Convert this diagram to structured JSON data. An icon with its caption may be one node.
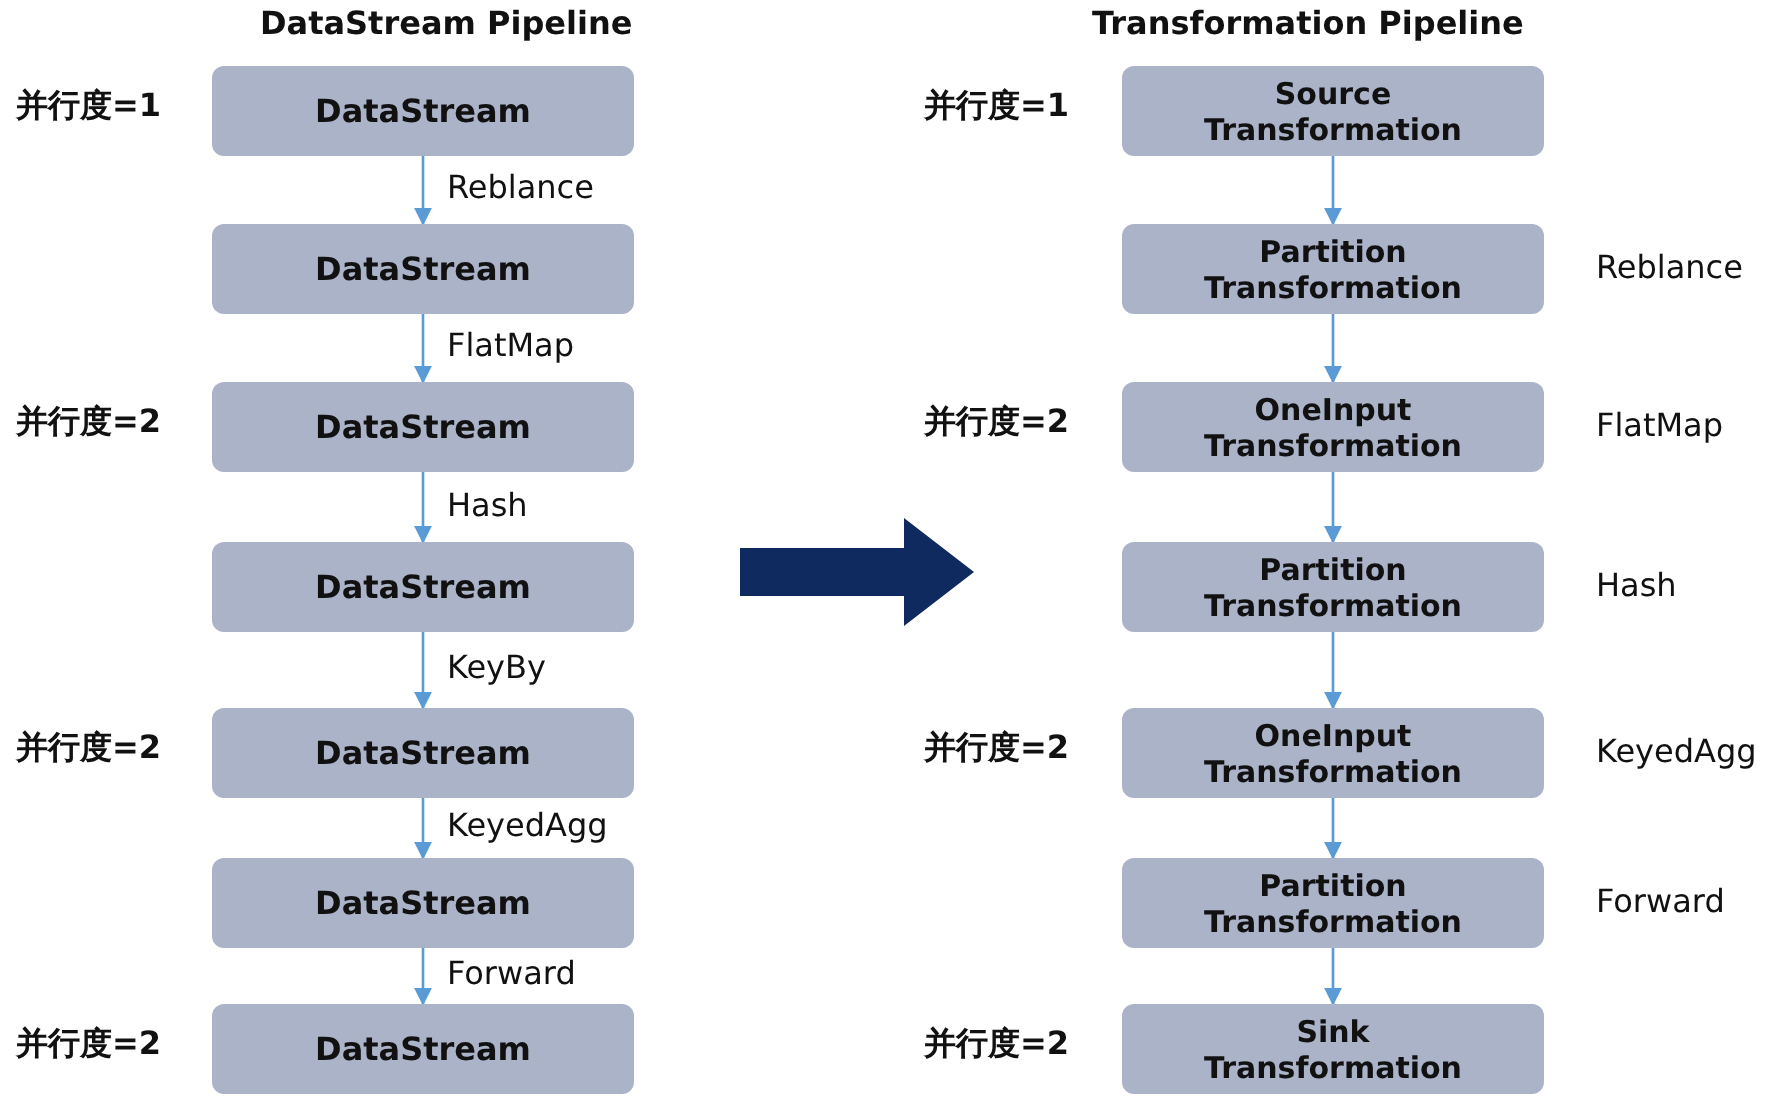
{
  "diagram": {
    "nodes": [
      {
        "text": [
          "DataStream"
        ],
        "beside": [
          "并行度=1"
        ]
      },
      {
        "text": [
          "DataStream"
        ]
      },
      {
        "text": [
          "DataStream"
        ],
        "beside": [
          "并行度=2"
        ]
      },
      {
        "text": [
          "DataStream"
        ]
      },
      {
        "text": [
          "DataStream"
        ],
        "beside": [
          "并行度=2"
        ]
      },
      {
        "text": [
          "DataStream"
        ]
      },
      {
        "text": [
          "DataStream"
        ],
        "beside": [
          "并行度=2"
        ]
      },
      {
        "text": [
          "Source Transformation"
        ],
        "beside": [
          "并行度=1"
        ]
      },
      {
        "text": [
          "Partition Transformation"
        ],
        "beside": [
          "Reblance"
        ]
      },
      {
        "text": [
          "OneInput Transformation"
        ],
        "beside": [
          "并行度=2",
          "FlatMap"
        ]
      },
      {
        "text": [
          "Partition Transformation"
        ],
        "beside": [
          "Hash"
        ]
      },
      {
        "text": [
          "OneInput Transformation"
        ],
        "beside": [
          "并行度=2",
          "KeyedAgg"
        ]
      },
      {
        "text": [
          "Partition Transformation"
        ],
        "beside": [
          "Forward"
        ]
      },
      {
        "text": [
          "Sink Transformation"
        ],
        "beside": [
          "并行度=2"
        ]
      }
    ],
    "edges": [
      {
        "from": 0,
        "to": 1,
        "arrow": "to",
        "label": "Reblance"
      },
      {
        "from": 1,
        "to": 2,
        "arrow": "to",
        "label": "FlatMap"
      },
      {
        "from": 2,
        "to": 3,
        "arrow": "to",
        "label": "Hash"
      },
      {
        "from": 3,
        "to": 4,
        "arrow": "to",
        "label": "KeyBy"
      },
      {
        "from": 4,
        "to": 5,
        "arrow": "to",
        "label": "KeyedAgg"
      },
      {
        "from": 5,
        "to": 6,
        "arrow": "to",
        "label": "Forward"
      },
      {
        "from": 7,
        "to": 8,
        "arrow": "to"
      },
      {
        "from": 8,
        "to": 9,
        "arrow": "to"
      },
      {
        "from": 9,
        "to": 10,
        "arrow": "to"
      },
      {
        "from": 10,
        "to": 11,
        "arrow": "to"
      },
      {
        "from": 11,
        "to": 12,
        "arrow": "to"
      },
      {
        "from": 12,
        "to": 13,
        "arrow": "to"
      }
    ],
    "labels": [
      "DataStream Pipeline",
      "Transformation Pipeline"
    ]
  }
}
